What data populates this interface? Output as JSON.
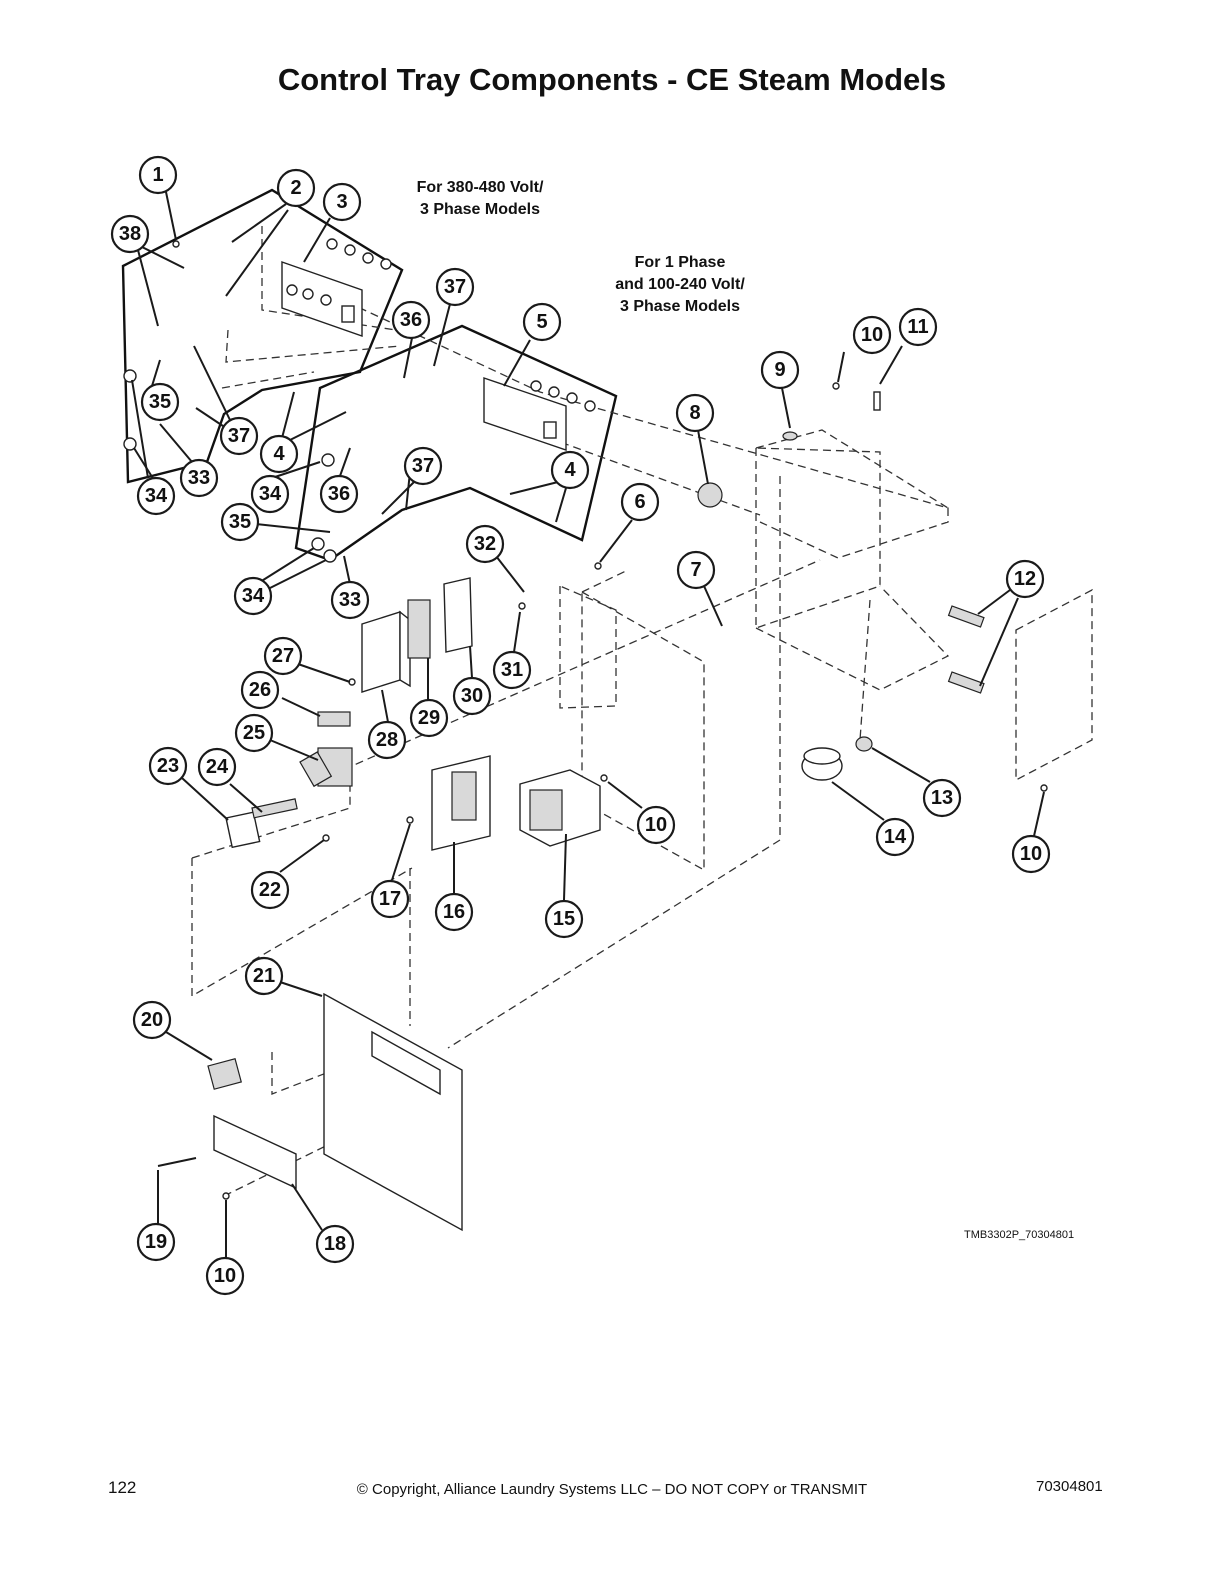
{
  "title": "Control Tray Components - CE Steam Models",
  "notes": {
    "high_voltage": "For 380-480 Volt/\n3 Phase Models",
    "low_voltage": "For 1 Phase\nand 100-240 Volt/\n3 Phase Models"
  },
  "drawing_id": "TMB3302P_70304801",
  "footer": {
    "page_number": "122",
    "copyright": "© Copyright, Alliance Laundry Systems LLC – DO NOT COPY or TRANSMIT",
    "doc_number": "70304801"
  },
  "callouts": [
    "1",
    "2",
    "3",
    "38",
    "37",
    "36",
    "5",
    "35",
    "37",
    "4",
    "33",
    "34",
    "34",
    "36",
    "37",
    "4",
    "35",
    "34",
    "33",
    "32",
    "6",
    "7",
    "10",
    "11",
    "9",
    "8",
    "12",
    "27",
    "26",
    "28",
    "29",
    "30",
    "31",
    "25",
    "23",
    "24",
    "22",
    "17",
    "16",
    "15",
    "10",
    "14",
    "13",
    "10",
    "21",
    "20",
    "19",
    "10",
    "18"
  ]
}
